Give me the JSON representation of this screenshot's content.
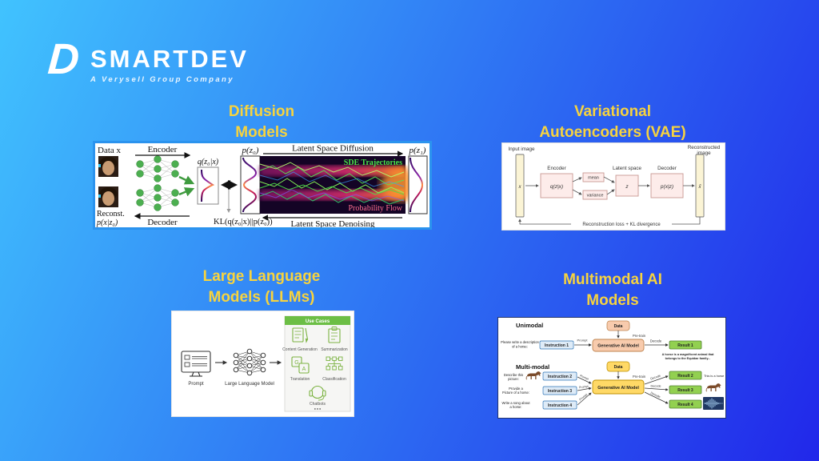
{
  "logo": {
    "icon_letter": "D",
    "brand": "SMARTDEV",
    "tagline": "A Verysell Group Company"
  },
  "colors": {
    "bg_start": "#41C3FE",
    "bg_end": "#2127EA",
    "title_yellow": "#F7D33E",
    "diffusion_border": "#2B93EE",
    "usecases_green": "#6CBE45",
    "result_green": "#92D050",
    "instruction_blue": "#DEEBF7",
    "unimodal_orange": "#F8CBAD",
    "multimodal_yellow": "#FFD966"
  },
  "diffusion": {
    "title_line1": "Diffusion",
    "title_line2": "Models",
    "labels": {
      "data_x": "Data x",
      "encoder": "Encoder",
      "decoder": "Decoder",
      "reconst": "Reconst.",
      "p_x_z0": "p(x|z₀)",
      "q_z0_x": "q(z₀|x)",
      "p_z0": "p(z₀)",
      "p_z1": "p(z₁)",
      "kl": "KL(q(z₀|x)||p(z₀))",
      "latent_diffusion": "Latent Space Diffusion",
      "latent_denoising": "Latent Space Denoising",
      "sde": "SDE Trajectories",
      "prob_flow": "Probability Flow"
    }
  },
  "vae": {
    "title_line1": "Variational",
    "title_line2": "Autoencoders (VAE)",
    "labels": {
      "input_image": "Input image",
      "reconstructed_line1": "Reconstructed",
      "reconstructed_line2": "image",
      "encoder": "Encoder",
      "latent_space": "Latent space",
      "decoder": "Decoder",
      "x": "x",
      "x_hat": "x̂",
      "q_z_x": "q(z|x)",
      "mean": "mean",
      "variance": "variance",
      "z": "z",
      "p_x_z": "p(x|z)",
      "loss": "Reconstruction loss + KL divergence"
    }
  },
  "llm": {
    "title_line1": "Large Language",
    "title_line2": "Models (LLMs)",
    "labels": {
      "prompt": "Prompt",
      "model": "Large Language Model",
      "use_cases": "Use Cases",
      "content_generation": "Content Generation",
      "summarization": "Summarization",
      "translation": "Translation",
      "classification": "Classification",
      "chatbots": "Chatbots",
      "dots": "▪ ▪ ▪"
    },
    "icons": {
      "translate_g": "G",
      "translate_a": "A"
    }
  },
  "multimodal": {
    "title_line1": "Multimodal AI",
    "title_line2": "Models",
    "unimodal_heading": "Unimodal",
    "multimodal_heading": "Multi-modal",
    "prompt_label": "Prompt",
    "decode_label": "Decode",
    "pretrain_label": "Pre-train",
    "data_label": "Data",
    "model_label": "Generative AI Model",
    "prompt1_line1": "Please write a description",
    "prompt1_line2": "of a horse:",
    "instruction1": "Instruction 1",
    "result1": "Result 1",
    "result1_caption_line1": "A horse is a magnificent animal that",
    "result1_caption_line2": "belongs to the Equidae family...",
    "prompt2_line1": "Describe this",
    "prompt2_line2": "picture:",
    "instruction2": "Instruction 2",
    "prompt3_line1": "Provide a",
    "prompt3_line2": "Picture of a horse:",
    "instruction3": "Instruction 3",
    "prompt4_line1": "Write a song about",
    "prompt4_line2": "a horse:",
    "instruction4": "Instruction 4",
    "result2": "Result 2",
    "result2_caption": "This is a horse",
    "result3": "Result 3",
    "result4": "Result 4"
  }
}
